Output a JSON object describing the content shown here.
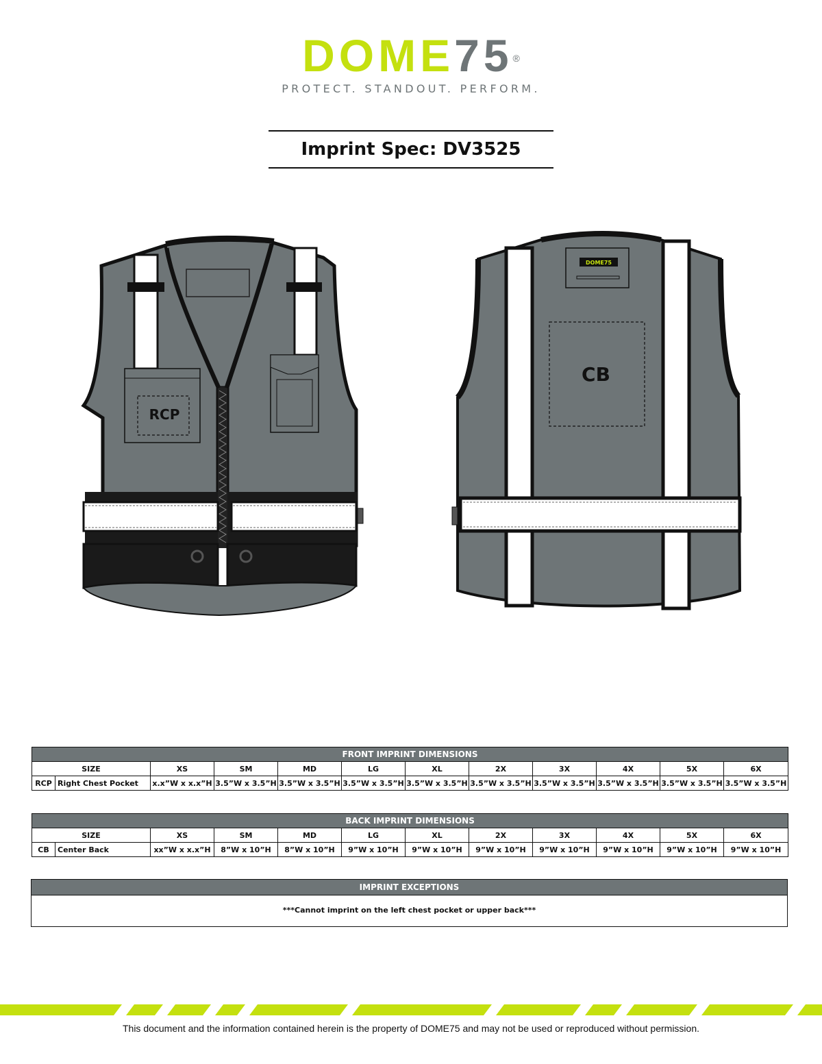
{
  "brand": {
    "logo_primary": "DOME",
    "logo_secondary": "75",
    "registered": "®",
    "tagline": "PROTECT. STANDOUT. PERFORM.",
    "accent_color": "#c4e00f",
    "gray_color": "#6e7577"
  },
  "title": "Imprint Spec: DV3525",
  "front_view": {
    "location_label": "RCP"
  },
  "back_view": {
    "location_label": "CB",
    "tag_text": "DOME75"
  },
  "front_table": {
    "header": "FRONT IMPRINT DIMENSIONS",
    "size_label": "SIZE",
    "sizes": [
      "XS",
      "SM",
      "MD",
      "LG",
      "XL",
      "2X",
      "3X",
      "4X",
      "5X",
      "6X"
    ],
    "row": {
      "code": "RCP",
      "location": "Right Chest Pocket",
      "values": [
        "x.x”W x x.x”H",
        "3.5”W x 3.5”H",
        "3.5”W x 3.5”H",
        "3.5”W x 3.5”H",
        "3.5”W x 3.5”H",
        "3.5”W x 3.5”H",
        "3.5”W x 3.5”H",
        "3.5”W x 3.5”H",
        "3.5”W x 3.5”H",
        "3.5”W x 3.5”H"
      ]
    }
  },
  "back_table": {
    "header": "BACK IMPRINT DIMENSIONS",
    "size_label": "SIZE",
    "sizes": [
      "XS",
      "SM",
      "MD",
      "LG",
      "XL",
      "2X",
      "3X",
      "4X",
      "5X",
      "6X"
    ],
    "row": {
      "code": "CB",
      "location": "Center Back",
      "values": [
        "xx”W x x.x”H",
        "8”W x 10”H",
        "8”W x 10”H",
        "9”W x 10”H",
        "9”W x 10”H",
        "9”W x 10”H",
        "9”W x 10”H",
        "9”W x 10”H",
        "9”W x 10”H",
        "9”W x 10”H"
      ]
    }
  },
  "exceptions": {
    "header": "IMPRINT EXCEPTIONS",
    "text": "***Cannot imprint on the left chest pocket or upper back***"
  },
  "footer": "This document and the information contained herein is the property of DOME75 and may not be used or reproduced without permission."
}
